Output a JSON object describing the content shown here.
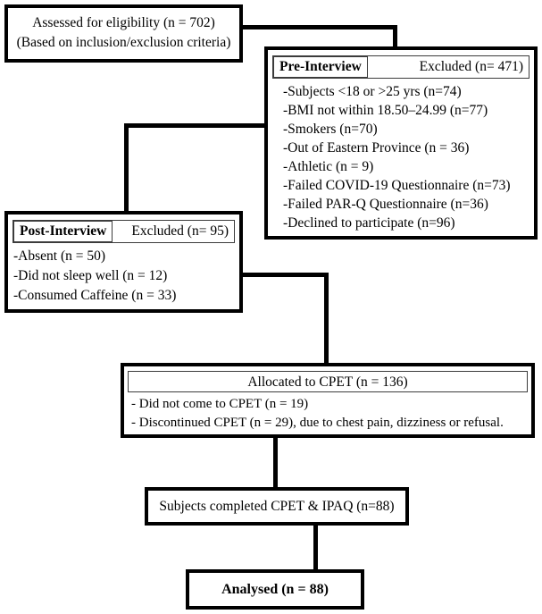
{
  "colors": {
    "line": "#000000",
    "border": "#000000",
    "background": "#ffffff",
    "text": "#000000"
  },
  "boxes": {
    "assessed": {
      "line1": "Assessed for eligibility (n = 702)",
      "line2": "(Based on inclusion/exclusion criteria)"
    },
    "pre_interview": {
      "label": "Pre-Interview",
      "excluded": "Excluded (n= 471)",
      "items": [
        "-Subjects <18 or >25 yrs (n=74)",
        "-BMI not within 18.50–24.99 (n=77)",
        "-Smokers (n=70)",
        "-Out of Eastern Province (n = 36)",
        "-Athletic (n = 9)",
        "-Failed COVID-19 Questionnaire (n=73)",
        "-Failed PAR-Q Questionnaire (n=36)",
        "-Declined to participate (n=96)"
      ]
    },
    "post_interview": {
      "label": "Post-Interview",
      "excluded": "Excluded (n= 95)",
      "items": [
        "-Absent (n = 50)",
        "-Did not sleep well (n = 12)",
        "-Consumed Caffeine (n = 33)"
      ]
    },
    "allocated": {
      "header": "Allocated to CPET (n = 136)",
      "items": [
        "- Did not come to CPET (n = 19)",
        "- Discontinued CPET (n = 29), due to chest pain, dizziness or refusal."
      ]
    },
    "completed": {
      "text": "Subjects completed CPET & IPAQ (n=88)"
    },
    "analysed": {
      "text": "Analysed (n = 88)"
    }
  }
}
